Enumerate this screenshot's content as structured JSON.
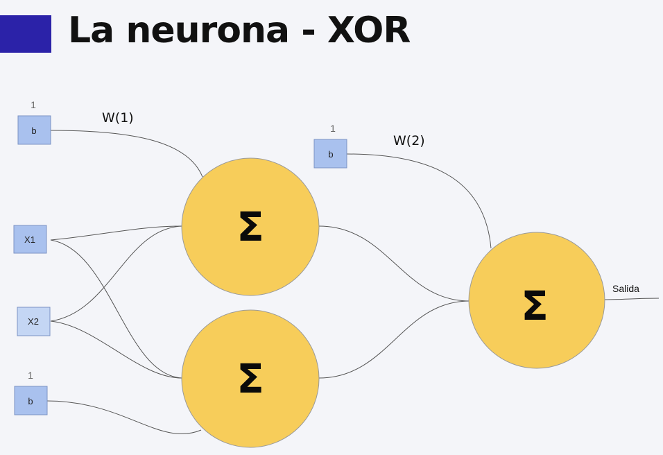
{
  "title": "La neurona - XOR",
  "colors": {
    "accent": "#2b22a8",
    "node_fill": "#f7cd5a",
    "node_stroke": "#9a9a9a",
    "input_fill": "#a9c1ee",
    "input_stroke": "#7b93c4",
    "edge": "#555555"
  },
  "inputs": {
    "bias1": {
      "label": "b",
      "value": "1"
    },
    "x1": {
      "label": "X1"
    },
    "x2": {
      "label": "X2"
    },
    "bias2": {
      "label": "b",
      "value": "1"
    },
    "bias_out": {
      "label": "b",
      "value": "1"
    }
  },
  "weights": {
    "w1": "W(1)",
    "w2": "W(2)"
  },
  "neurons": {
    "hidden_top": "Σ",
    "hidden_bottom": "Σ",
    "output": "Σ"
  },
  "output_label": "Salida"
}
